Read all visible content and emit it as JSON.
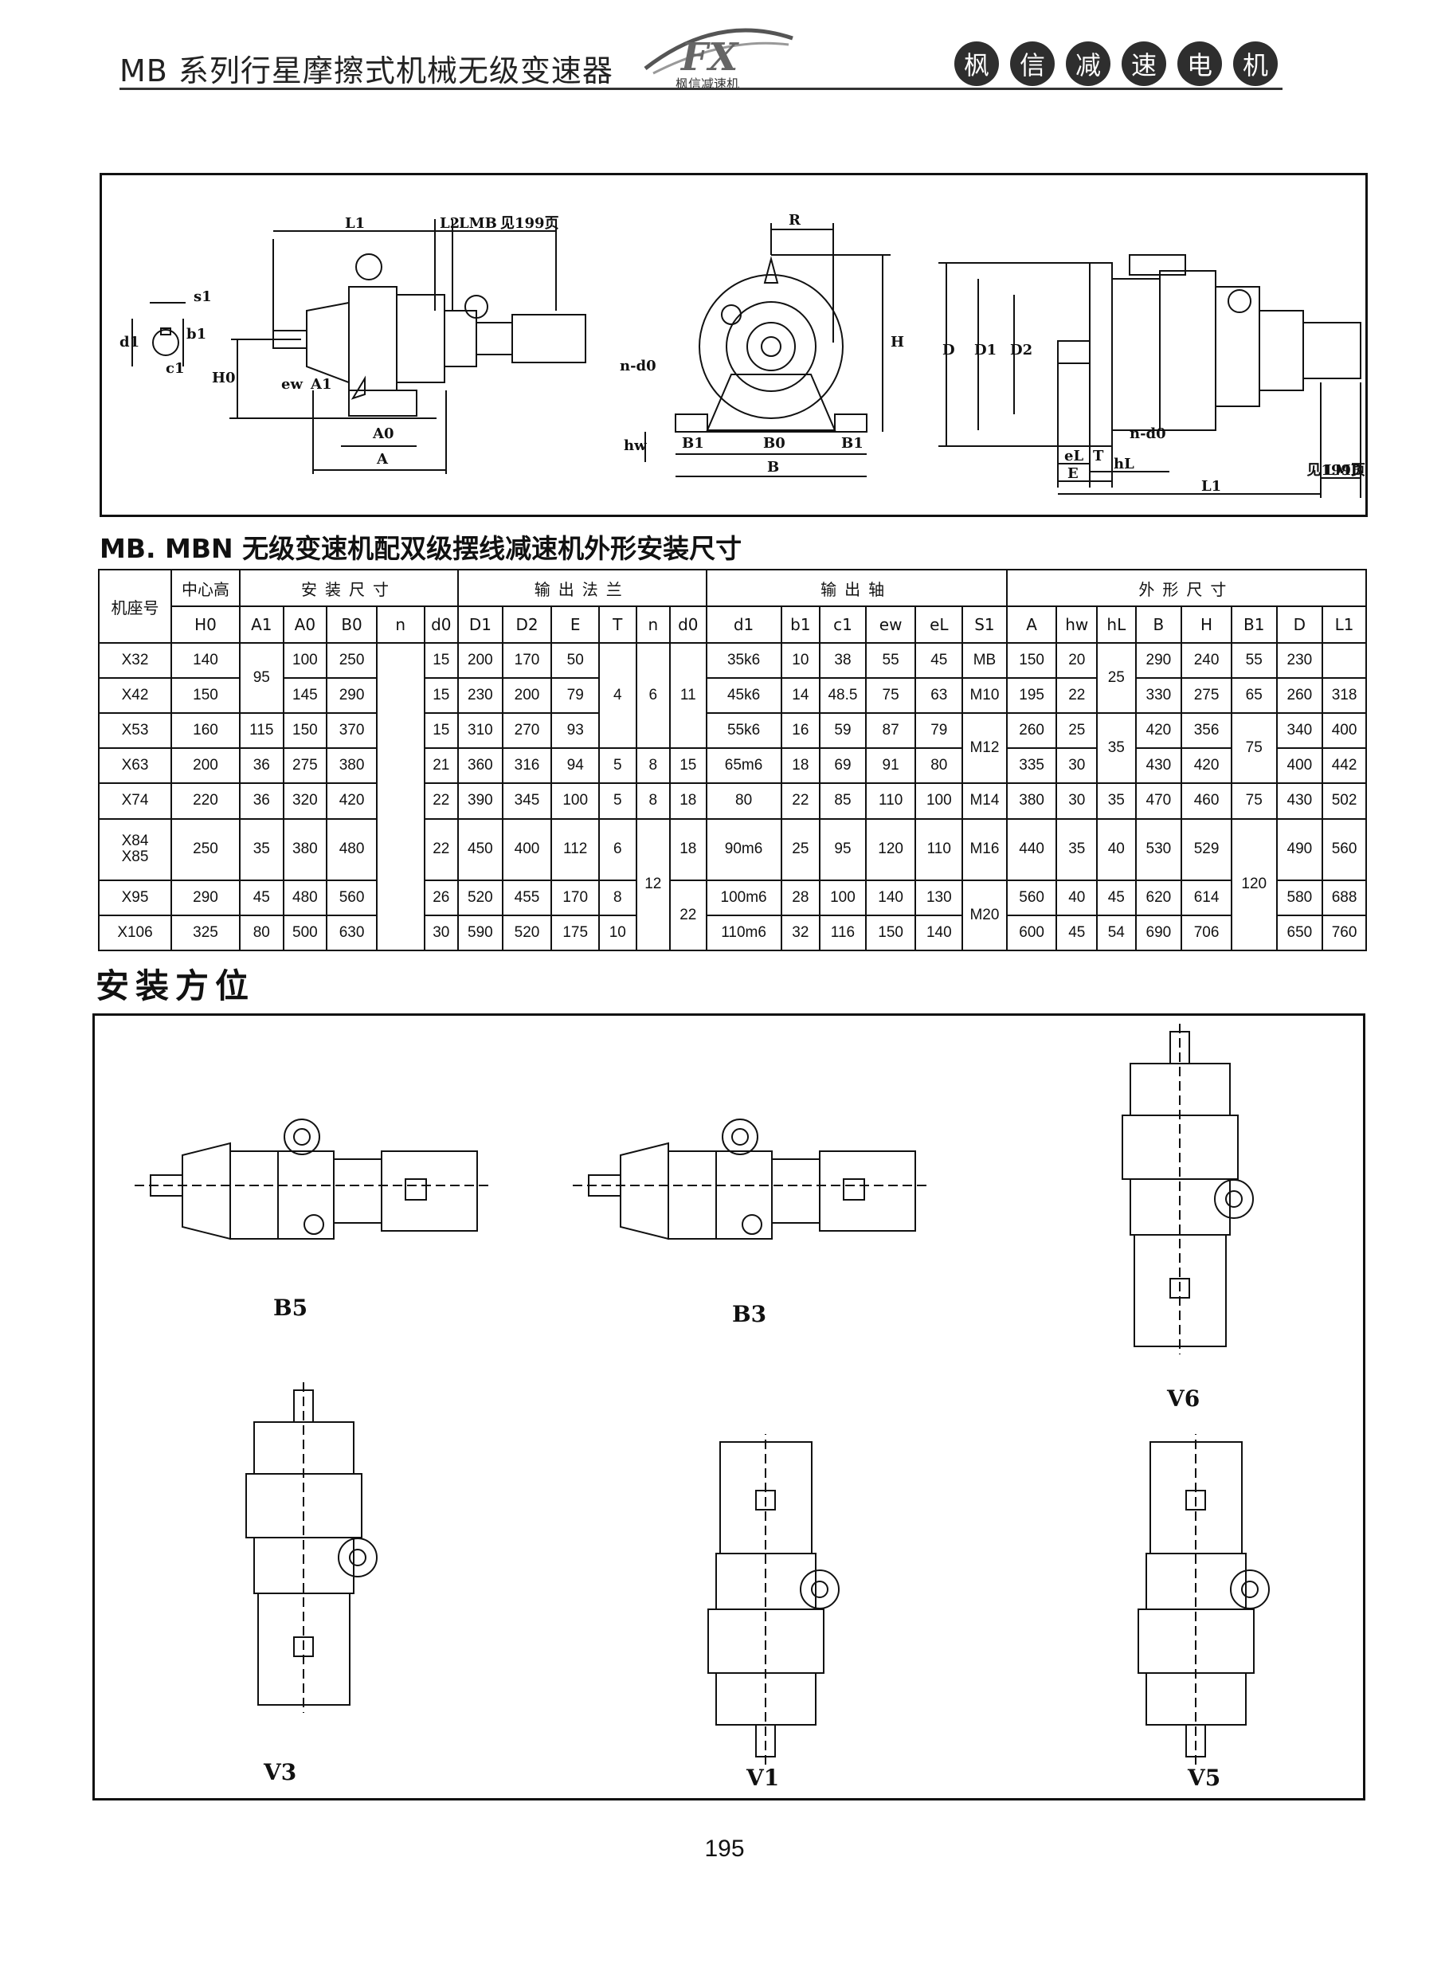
{
  "header": {
    "series_title": "MB 系列行星摩擦式机械无级变速器",
    "logo_sub": "枫信减速机",
    "logo_mark": "FX",
    "brand_chars": [
      "枫",
      "信",
      "减",
      "速",
      "电",
      "机"
    ]
  },
  "drawings": {
    "side": {
      "L1": "L1",
      "L2": "L2",
      "LMB": "LMB",
      "ref": "见199页",
      "s1": "s1",
      "d1": "d1",
      "b1": "b1",
      "c1": "c1",
      "H0": "H0",
      "ew": "ew",
      "A1": "A1",
      "A0": "A0",
      "A": "A"
    },
    "front": {
      "R": "R",
      "H": "H",
      "nd0": "n-d0",
      "hw": "hw",
      "B1a": "B1",
      "B0": "B0",
      "B1b": "B1",
      "B": "B"
    },
    "flange": {
      "D": "D",
      "D1": "D1",
      "D2": "D2",
      "eL": "eL",
      "T": "T",
      "nd0": "n-d0",
      "E": "E",
      "hL": "hL",
      "L1": "L1",
      "LMB": "LMB",
      "ref": "见199页"
    }
  },
  "table_title": "MB. MBN 无级变速机配双级摆线减速机外形安装尺寸",
  "table": {
    "frame_label": "机座号",
    "groups": {
      "center_height": "中心高",
      "mounting": "安装尺寸",
      "output_flange": "输出法兰",
      "output_shaft": "输出轴",
      "outline": "外形尺寸"
    },
    "columns": [
      "H0",
      "A1",
      "A0",
      "B0",
      "n",
      "d0",
      "D1",
      "D2",
      "E",
      "T",
      "n",
      "d0",
      "d1",
      "b1",
      "c1",
      "ew",
      "eL",
      "S1",
      "A",
      "hw",
      "hL",
      "B",
      "H",
      "B1",
      "D",
      "L1"
    ],
    "rows": [
      {
        "model": "X32",
        "H0": "140",
        "A0": "100",
        "B0": "250",
        "d0": "15",
        "D1": "200",
        "D2": "170",
        "E": "50",
        "d1": "35k6",
        "b1": "10",
        "c1": "38",
        "ew": "55",
        "eL": "45",
        "S1": "MB",
        "A": "150",
        "hw": "20",
        "B": "290",
        "H": "240",
        "B1": "55",
        "D": "230",
        "L1": ""
      },
      {
        "model": "X42",
        "H0": "150",
        "A0": "145",
        "B0": "290",
        "d0": "15",
        "D1": "230",
        "D2": "200",
        "E": "79",
        "d1": "45k6",
        "b1": "14",
        "c1": "48.5",
        "ew": "75",
        "eL": "63",
        "S1": "M10",
        "A": "195",
        "hw": "22",
        "B": "330",
        "H": "275",
        "B1": "65",
        "D": "260",
        "L1": "318"
      },
      {
        "model": "X53",
        "H0": "160",
        "A1": "115",
        "A0": "150",
        "B0": "370",
        "d0": "15",
        "D1": "310",
        "D2": "270",
        "E": "93",
        "d1": "55k6",
        "b1": "16",
        "c1": "59",
        "ew": "87",
        "eL": "79",
        "A": "260",
        "hw": "25",
        "B": "420",
        "H": "356",
        "D": "340",
        "L1": "400"
      },
      {
        "model": "X63",
        "H0": "200",
        "A1": "36",
        "A0": "275",
        "B0": "380",
        "d0": "21",
        "D1": "360",
        "D2": "316",
        "E": "94",
        "T": "5",
        "n2": "8",
        "d02": "15",
        "d1": "65m6",
        "b1": "18",
        "c1": "69",
        "ew": "91",
        "eL": "80",
        "A": "335",
        "hw": "30",
        "B": "430",
        "H": "420",
        "D": "400",
        "L1": "442"
      },
      {
        "model": "X74",
        "H0": "220",
        "A1": "36",
        "A0": "320",
        "B0": "420",
        "d0": "22",
        "D1": "390",
        "D2": "345",
        "E": "100",
        "T": "5",
        "n2": "8",
        "d02": "18",
        "d1": "80",
        "b1": "22",
        "c1": "85",
        "ew": "110",
        "eL": "100",
        "S1": "M14",
        "A": "380",
        "hw": "30",
        "hL": "35",
        "B": "470",
        "H": "460",
        "B1": "75",
        "D": "430",
        "L1": "502"
      },
      {
        "model": "X84\nX85",
        "H0": "250",
        "A1": "35",
        "A0": "380",
        "B0": "480",
        "d0": "22",
        "D1": "450",
        "D2": "400",
        "E": "112",
        "T": "6",
        "d02": "18",
        "d1": "90m6",
        "b1": "25",
        "c1": "95",
        "ew": "120",
        "eL": "110",
        "S1": "M16",
        "A": "440",
        "hw": "35",
        "hL": "40",
        "B": "530",
        "H": "529",
        "D": "490",
        "L1": "560"
      },
      {
        "model": "X95",
        "H0": "290",
        "A1": "45",
        "A0": "480",
        "B0": "560",
        "d0": "26",
        "D1": "520",
        "D2": "455",
        "E": "170",
        "T": "8",
        "d1": "100m6",
        "b1": "28",
        "c1": "100",
        "ew": "140",
        "eL": "130",
        "A": "560",
        "hw": "40",
        "hL": "45",
        "B": "620",
        "H": "614",
        "D": "580",
        "L1": "688"
      },
      {
        "model": "X106",
        "H0": "325",
        "A1": "80",
        "A0": "500",
        "B0": "630",
        "d0": "30",
        "D1": "590",
        "D2": "520",
        "E": "175",
        "T": "10",
        "d1": "110m6",
        "b1": "32",
        "c1": "116",
        "ew": "150",
        "eL": "140",
        "A": "600",
        "hw": "45",
        "hL": "54",
        "B": "690",
        "H": "706",
        "D": "650",
        "L1": "760"
      }
    ],
    "merged": {
      "A1_x32_x42": "95",
      "T_x32_x53": "4",
      "n_x32_x53": "6",
      "d0_x32_x53": "11",
      "S1_x53_x63": "M12",
      "hL_x32_x42": "25",
      "hL_x53_x63": "35",
      "B1_x53_x63": "75",
      "n_x84_x106": "12",
      "d0_x95_x106": "22",
      "S1_x95_x106": "M20",
      "B1_x84_x106": "120"
    }
  },
  "mounting_title": "安装方位",
  "mounting_labels": [
    "B5",
    "B3",
    "V6",
    "V3",
    "V1",
    "V5"
  ],
  "page_number": "195"
}
